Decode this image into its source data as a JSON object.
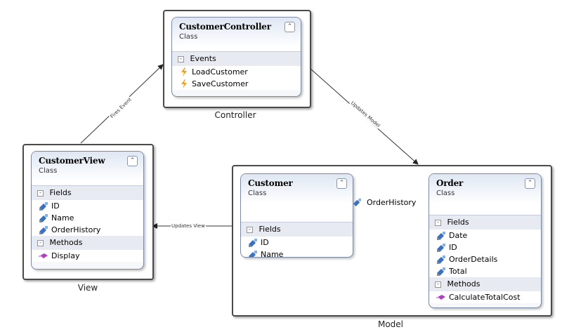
{
  "frames": {
    "controller": {
      "label": "Controller"
    },
    "view": {
      "label": "View"
    },
    "model": {
      "label": "Model"
    }
  },
  "classes": {
    "customer_controller": {
      "name": "CustomerController",
      "type": "Class",
      "sections": [
        {
          "title": "Events",
          "members": [
            "LoadCustomer",
            "SaveCustomer"
          ],
          "icon": "event-icon"
        }
      ]
    },
    "customer_view": {
      "name": "CustomerView",
      "type": "Class",
      "sections": [
        {
          "title": "Fields",
          "members": [
            "ID",
            "Name",
            "OrderHistory"
          ],
          "icon": "field-icon"
        },
        {
          "title": "Methods",
          "members": [
            "Display"
          ],
          "icon": "method-icon"
        }
      ]
    },
    "customer": {
      "name": "Customer",
      "type": "Class",
      "sections": [
        {
          "title": "Fields",
          "members": [
            "ID",
            "Name"
          ],
          "icon": "field-icon"
        }
      ]
    },
    "order": {
      "name": "Order",
      "type": "Class",
      "sections": [
        {
          "title": "Fields",
          "members": [
            "Date",
            "ID",
            "OrderDetails",
            "Total"
          ],
          "icon": "field-icon"
        },
        {
          "title": "Methods",
          "members": [
            "CalculateTotalCost"
          ],
          "icon": "method-icon"
        }
      ]
    }
  },
  "connectors": {
    "fires_event": "Fires Event",
    "updates_model": "Updates Model",
    "updates_view": "Updates View",
    "association": "OrderHistory"
  },
  "colors": {
    "frame_border": "#4a4a4a",
    "class_border": "#7d8aa3",
    "association_line": "#4a7fb5",
    "event_icon": "#f0a020",
    "field_icon": "#3a70c0",
    "method_icon": "#b040c0"
  }
}
